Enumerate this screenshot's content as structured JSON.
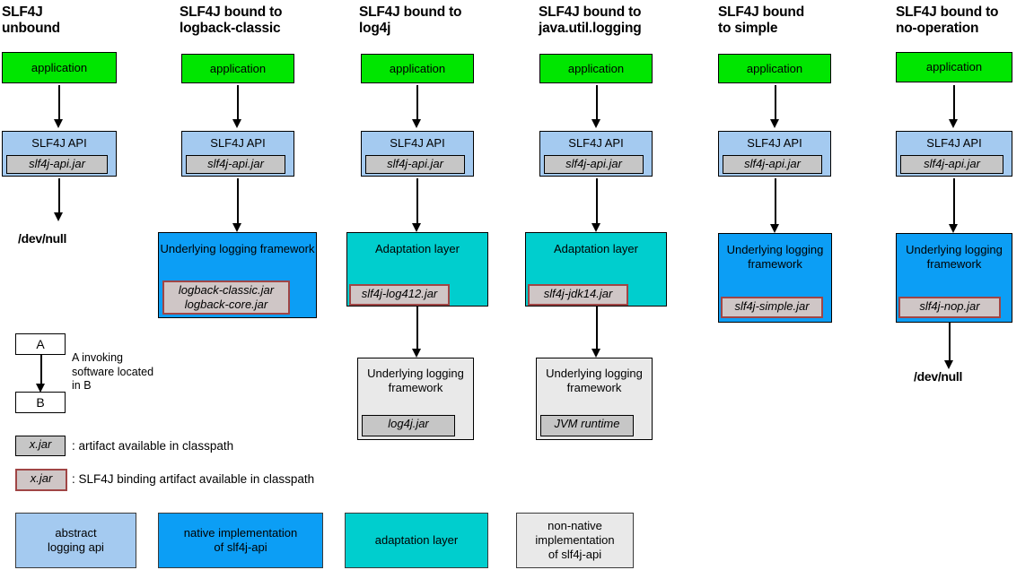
{
  "diagram": {
    "title": "SLF4J binding architecture diagram",
    "colors": {
      "application": "#00e600",
      "abstract_api": "#a4caf0",
      "native_impl": "#0c9ef5",
      "adaptation_layer": "#00cece",
      "non_native_impl": "#e9e9e9",
      "jar_chip": "#c6c6c6",
      "binding_border": "#a04545"
    },
    "columns": [
      {
        "id": "unbound",
        "title": "SLF4J\nunbound",
        "boxes": [
          {
            "label": "application",
            "jar": null
          },
          {
            "label": "SLF4J API",
            "jar": "slf4j-api.jar"
          }
        ],
        "terminal": "/dev/null"
      },
      {
        "id": "logback-classic",
        "title": "SLF4J bound to\nlogback-classic",
        "boxes": [
          {
            "label": "application",
            "jar": null
          },
          {
            "label": "SLF4J API",
            "jar": "slf4j-api.jar"
          },
          {
            "label": "Underlying logging\nframework",
            "jar": "logback-classic.jar\nlogback-core.jar"
          }
        ],
        "terminal": null
      },
      {
        "id": "log4j",
        "title": "SLF4J bound to\nlog4j",
        "boxes": [
          {
            "label": "application",
            "jar": null
          },
          {
            "label": "SLF4J API",
            "jar": "slf4j-api.jar"
          },
          {
            "label": "Adaptation layer",
            "jar": "slf4j-log412.jar"
          },
          {
            "label": "Underlying\nlogging\nframework",
            "jar": "log4j.jar"
          }
        ],
        "terminal": null
      },
      {
        "id": "java-util-logging",
        "title": "SLF4J bound to\njava.util.logging",
        "boxes": [
          {
            "label": "application",
            "jar": null
          },
          {
            "label": "SLF4J API",
            "jar": "slf4j-api.jar"
          },
          {
            "label": "Adaptation layer",
            "jar": "slf4j-jdk14.jar"
          },
          {
            "label": "Underlying\nlogging\nframework",
            "jar": "JVM runtime"
          }
        ],
        "terminal": null
      },
      {
        "id": "simple",
        "title": "SLF4J bound\nto simple",
        "boxes": [
          {
            "label": "application",
            "jar": null
          },
          {
            "label": "SLF4J API",
            "jar": "slf4j-api.jar"
          },
          {
            "label": "Underlying\nlogging\nframework",
            "jar": "slf4j-simple.jar"
          }
        ],
        "terminal": null
      },
      {
        "id": "no-operation",
        "title": "SLF4J bound to\nno-operation",
        "boxes": [
          {
            "label": "application",
            "jar": null
          },
          {
            "label": "SLF4J API",
            "jar": "slf4j-api.jar"
          },
          {
            "label": "Underlying\nlogging\nframework",
            "jar": "slf4j-nop.jar"
          }
        ],
        "terminal": "/dev/null"
      }
    ]
  },
  "legend": {
    "invocation": {
      "box_a": "A",
      "box_b": "B",
      "text": "A invoking\nsoftware located\nin B"
    },
    "artifact": {
      "chip": "x.jar",
      "text": ": artifact available in classpath"
    },
    "binding_artifact": {
      "chip": "x.jar",
      "text": ": SLF4J binding artifact available in classpath"
    },
    "swatches": [
      {
        "label": "abstract\nlogging api",
        "color": "#a4caf0"
      },
      {
        "label": "native implementation\nof slf4j-api",
        "color": "#0c9ef5"
      },
      {
        "label": "adaptation layer",
        "color": "#00cece"
      },
      {
        "label": "non-native\nimplementation\nof slf4j-api",
        "color": "#e9e9e9"
      }
    ]
  }
}
